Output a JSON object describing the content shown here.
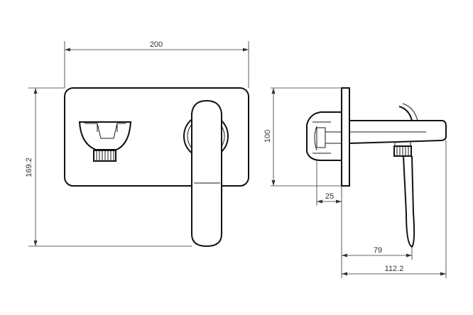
{
  "dimensions": {
    "front_width": "200",
    "front_height": "169.2",
    "side_height": "100",
    "side_depth_25": "25",
    "side_depth_79": "79",
    "side_depth_112": "112.2"
  }
}
